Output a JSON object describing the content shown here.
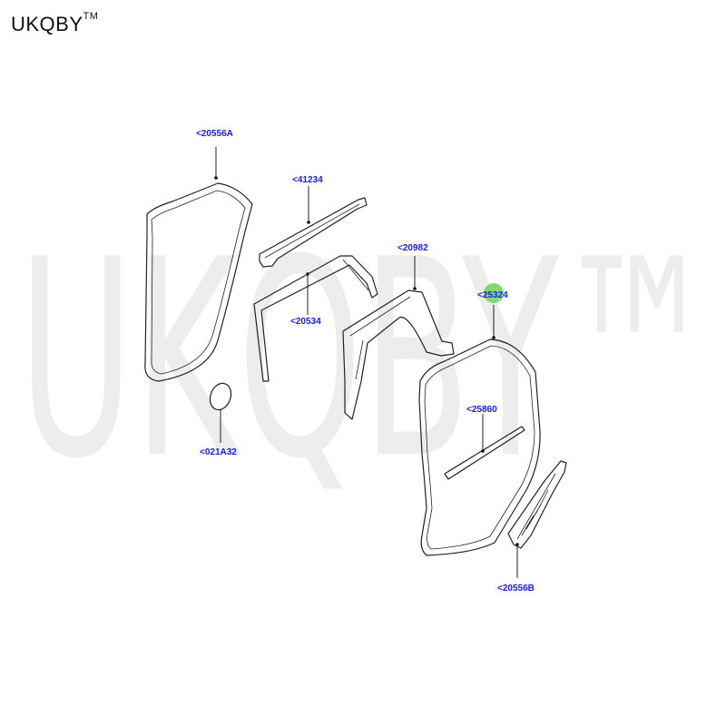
{
  "header": {
    "brand": "UKQBY",
    "trademark": "TM"
  },
  "watermark": "UKQBY™",
  "callouts": [
    {
      "id": "c-20556A",
      "label": "<20556A",
      "part": "front-door-seal"
    },
    {
      "id": "c-41234",
      "label": "<41234",
      "part": "trim-strip"
    },
    {
      "id": "c-20534",
      "label": "<20534",
      "part": "window-channel"
    },
    {
      "id": "c-021A32",
      "label": "<021A32",
      "part": "round-plug"
    },
    {
      "id": "c-20982",
      "label": "<20982",
      "part": "b-pillar-trim"
    },
    {
      "id": "c-25324",
      "label": "<25324",
      "part": "rear-door-seal",
      "highlighted": true
    },
    {
      "id": "c-25860",
      "label": "<25860",
      "part": "belt-molding"
    },
    {
      "id": "c-20556B",
      "label": "<20556B",
      "part": "c-pillar-seal"
    }
  ],
  "colors": {
    "callout_text": "#1a1aff",
    "highlight": "#6cd45a",
    "line": "#222222",
    "watermark": "#ededed"
  }
}
